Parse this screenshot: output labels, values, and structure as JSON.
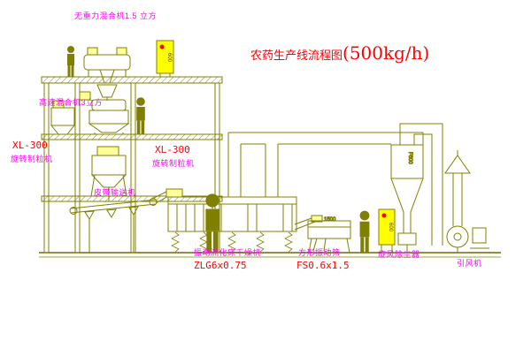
{
  "title": {
    "main": "农药生产线流程图",
    "capacity": "(500kg/h)"
  },
  "labels": {
    "top_mixer": "无重力混合机1.5 立方",
    "high_speed_mixer": "高速混合机3立方",
    "granulator_left_model": "XL-300",
    "granulator_left_name": "旋转制粒机",
    "granulator_mid_model": "XL-300",
    "granulator_mid_name": "旋转制粒机",
    "belt_conveyor": "皮带输送机",
    "dryer_name": "振动流化床干燥机",
    "dryer_model": "ZLG6x0.75",
    "sieve_name": "方形振动筛",
    "sieve_model": "FS0.6x1.5",
    "sieve_tag": "1500",
    "cyclone_name": "旋风除尘器",
    "cyclone_tag": "F600",
    "fan_name": "引风机",
    "panel_1": "600",
    "panel_2": "600"
  },
  "colors": {
    "line": "#808000",
    "label_text": "#ff00ff",
    "model_text": "#ff0000",
    "panel_fill": "#ffff00",
    "indicator": "#ff0000",
    "background": "#ffffff"
  }
}
